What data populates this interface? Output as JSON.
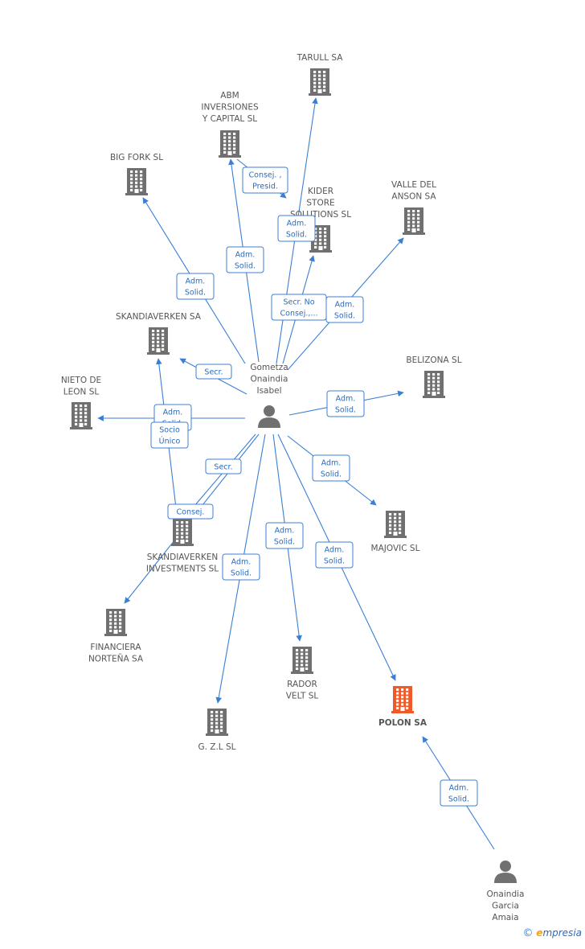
{
  "colors": {
    "edge": "#3b7fd4",
    "company": "#707070",
    "highlight": "#f05a28",
    "person": "#707070",
    "label": "#555555"
  },
  "companies": [
    {
      "id": "tarull",
      "label": [
        "TARULL SA"
      ],
      "icon": "building-icon"
    },
    {
      "id": "abm",
      "label": [
        "ABM",
        "INVERSIONES",
        "Y CAPITAL  SL"
      ],
      "icon": "building-icon"
    },
    {
      "id": "bigfork",
      "label": [
        "BIG FORK SL"
      ],
      "icon": "building-icon"
    },
    {
      "id": "kider",
      "label": [
        "KIDER",
        "STORE",
        "SOLUTIONS  SL"
      ],
      "icon": "building-icon"
    },
    {
      "id": "valle",
      "label": [
        "VALLE DEL",
        "ANSON SA"
      ],
      "icon": "building-icon"
    },
    {
      "id": "skandiaverken",
      "label": [
        "SKANDIAVERKEN SA"
      ],
      "icon": "building-icon"
    },
    {
      "id": "belizona",
      "label": [
        "BELIZONA  SL"
      ],
      "icon": "building-icon"
    },
    {
      "id": "nieto",
      "label": [
        "NIETO DE",
        "LEON SL"
      ],
      "icon": "building-icon"
    },
    {
      "id": "skinv",
      "label": [
        "SKANDIAVERKEN",
        "INVESTMENTS SL"
      ],
      "icon": "building-icon"
    },
    {
      "id": "majovic",
      "label": [
        "MAJOVIC SL"
      ],
      "icon": "building-icon"
    },
    {
      "id": "financiera",
      "label": [
        "FINANCIERA",
        "NORTEÑA SA"
      ],
      "icon": "building-icon"
    },
    {
      "id": "rador",
      "label": [
        "RADOR",
        "VELT SL"
      ],
      "icon": "building-icon"
    },
    {
      "id": "polon",
      "label": [
        "POLON SA"
      ],
      "icon": "building-icon",
      "highlight": true
    },
    {
      "id": "gzl",
      "label": [
        "G. Z.L SL"
      ],
      "icon": "building-icon"
    }
  ],
  "persons": [
    {
      "id": "gometza",
      "label": [
        "Gometza",
        "Onaindia",
        "Isabel"
      ],
      "icon": "person-icon"
    },
    {
      "id": "onaindia",
      "label": [
        "Onaindia",
        "Garcia",
        "Amaia"
      ],
      "icon": "person-icon"
    }
  ],
  "edges": [
    {
      "from": "gometza",
      "to": "tarull"
    },
    {
      "from": "gometza",
      "to": "abm"
    },
    {
      "from": "gometza",
      "to": "bigfork"
    },
    {
      "from": "gometza",
      "to": "kider"
    },
    {
      "from": "gometza",
      "to": "valle"
    },
    {
      "from": "gometza",
      "to": "skandiaverken"
    },
    {
      "from": "gometza",
      "to": "belizona"
    },
    {
      "from": "gometza",
      "to": "nieto"
    },
    {
      "from": "gometza",
      "to": "skinv"
    },
    {
      "from": "gometza",
      "to": "majovic"
    },
    {
      "from": "gometza",
      "to": "financiera"
    },
    {
      "from": "gometza",
      "to": "rador"
    },
    {
      "from": "gometza",
      "to": "polon"
    },
    {
      "from": "gometza",
      "to": "gzl"
    },
    {
      "from": "skinv",
      "to": "skandiaverken"
    },
    {
      "from": "abm",
      "to": "kider"
    },
    {
      "from": "onaindia",
      "to": "polon"
    }
  ],
  "tags": [
    {
      "id": "t1",
      "lines": [
        "Consej. ,",
        "Presid."
      ]
    },
    {
      "id": "t2",
      "lines": [
        "Adm.",
        "Solid."
      ]
    },
    {
      "id": "t3",
      "lines": [
        "Adm.",
        "Solid."
      ]
    },
    {
      "id": "t4",
      "lines": [
        "Adm.",
        "Solid."
      ]
    },
    {
      "id": "t5",
      "lines": [
        "Secr.  No",
        "Consej.,..."
      ]
    },
    {
      "id": "t6",
      "lines": [
        "Adm.",
        "Solid."
      ]
    },
    {
      "id": "t7",
      "lines": [
        "Secr."
      ]
    },
    {
      "id": "t8",
      "lines": [
        "Adm.",
        "Solid."
      ]
    },
    {
      "id": "t9",
      "lines": [
        "Adm.",
        "Solid."
      ]
    },
    {
      "id": "t10",
      "lines": [
        "Socio",
        "Único"
      ]
    },
    {
      "id": "t11",
      "lines": [
        "Secr."
      ]
    },
    {
      "id": "t12",
      "lines": [
        "Consej."
      ]
    },
    {
      "id": "t13",
      "lines": [
        "Adm.",
        "Solid."
      ]
    },
    {
      "id": "t14",
      "lines": [
        "Adm.",
        "Solid."
      ]
    },
    {
      "id": "t15",
      "lines": [
        "Adm.",
        "Solid."
      ]
    },
    {
      "id": "t16",
      "lines": [
        "Adm.",
        "Solid."
      ]
    },
    {
      "id": "t17",
      "lines": [
        "Adm.",
        "Solid."
      ]
    }
  ],
  "footer": {
    "copyright_symbol": "©",
    "brand_initial": "e",
    "brand_rest": "mpresia"
  }
}
